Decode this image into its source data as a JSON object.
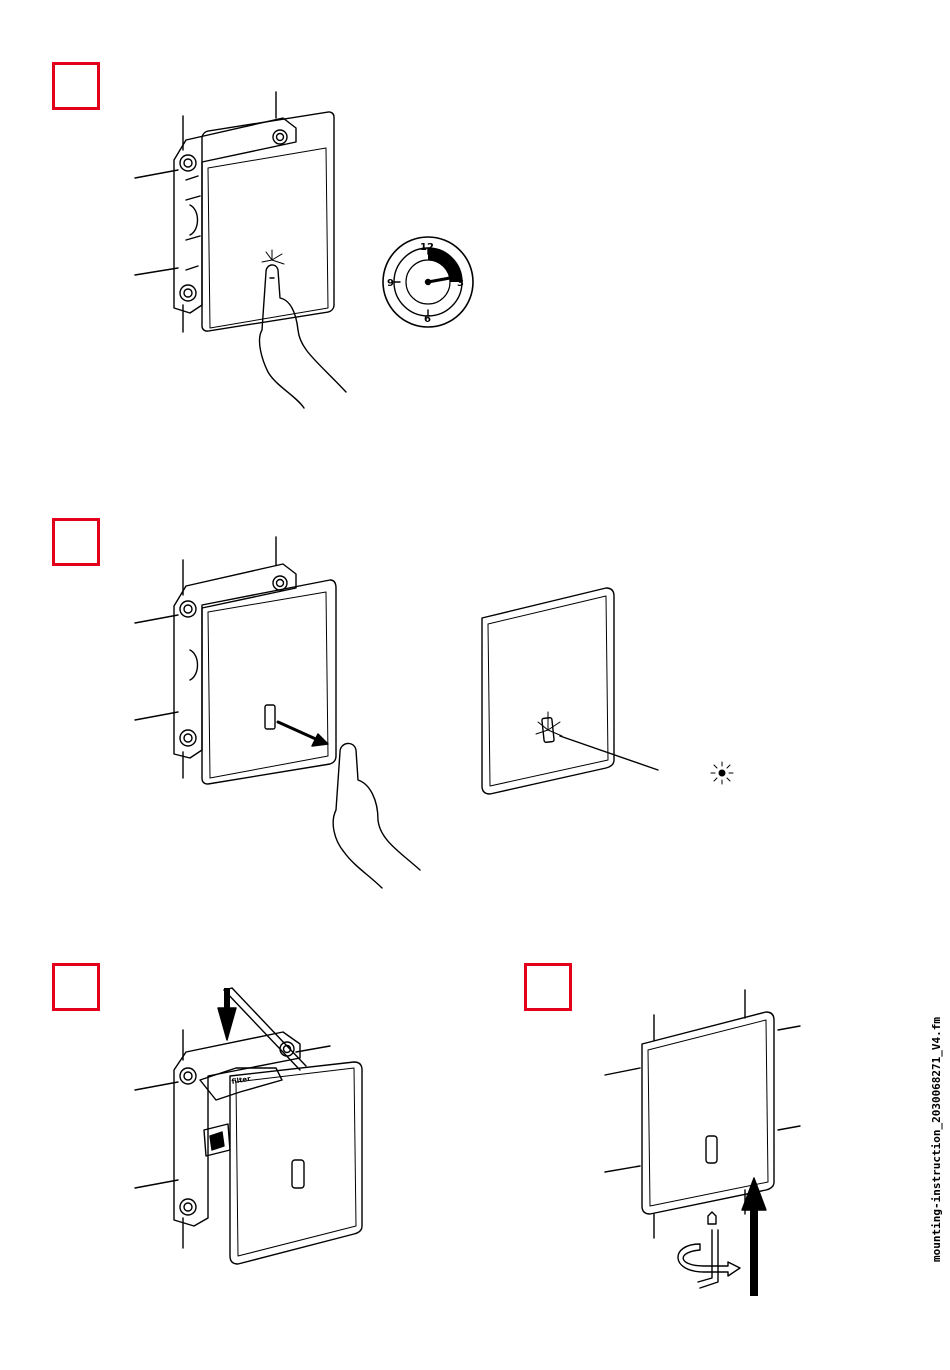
{
  "steps": [
    {
      "id": 1,
      "frame_color": "#e3001b"
    },
    {
      "id": 2,
      "frame_color": "#e3001b"
    },
    {
      "id": 3,
      "frame_color": "#e3001b"
    },
    {
      "id": 4,
      "frame_color": "#e3001b"
    }
  ],
  "clock": {
    "labels": {
      "top": "12",
      "right": "3",
      "bottom": "6",
      "left": "9"
    }
  },
  "filter_label": "filter",
  "footer": {
    "filename": "mounting-instruction_2030068271_V4.fm"
  },
  "colors": {
    "accent": "#e3001b",
    "line": "#000000",
    "paper": "#ffffff"
  },
  "icons": [
    "hand-icon",
    "clock-icon",
    "arrow-icon",
    "hex-key-icon",
    "light-burst-icon",
    "rotate-arrow-icon"
  ]
}
